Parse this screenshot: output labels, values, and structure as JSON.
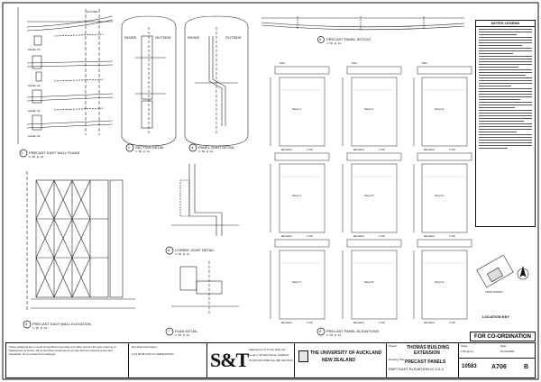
{
  "sheet": {
    "drawing_titles": {
      "east_wall_plans": "PRECAST EAST WALL PLANS",
      "section_detail": "SECTION DETAIL",
      "panel_joint_detail": "PANEL JOINT DETAIL",
      "panel_setout": "PRECAST PANEL SETOUT",
      "east_wall_elevation": "PRECAST EAST WALL ELEVATION",
      "corbel_joint_detail": "CORBEL JOINT DETAIL",
      "plan_detail": "PLAN DETAIL",
      "panel_elevations": "PRECAST PANEL ELEVATIONS"
    },
    "drawing_numbers": {
      "d1": "1",
      "d2": "2",
      "d3": "3",
      "d4": "4",
      "d5": "5",
      "d6": "6",
      "d7": "7",
      "d8": "8"
    },
    "scale_note": "1:50 @ A1",
    "view_labels": {
      "inside_1": "INSIDE",
      "outside_1": "OUTSIDE",
      "inside_2": "INSIDE",
      "outside_2": "OUTSIDE"
    },
    "level_labels": [
      "LEVEL 05",
      "LEVEL 04",
      "LEVEL 03",
      "LEVEL 02"
    ],
    "gutter_label": "GUTTER",
    "panel_labels": {
      "plan": "Plan",
      "elevation": "Elevation",
      "off": "1 Off",
      "panel_row1": [
        "Panel 1",
        "Panel 2",
        "Panel 3"
      ],
      "panel_row2": [
        "Panel 4",
        "Panel 5",
        "Panel 6"
      ],
      "panel_row3": [
        "Panel 7",
        "Panel 8",
        "Panel 9"
      ]
    },
    "notes_title": "NOTES LEGEND",
    "compass_label": "TRUE NORTH",
    "location_key": "LOCATION KEY",
    "coordination_stamp": "FOR CO-ORDINATION"
  },
  "title_block": {
    "disclaimer": "These drawings are a result of significant expertise and effort and are the sole property of Stephenson & Turner. All construction works are to comply with the relevant codes and standards. Do not scale from drawings.",
    "revision_header": "Rev  Date  Description",
    "revision_entry": "A  03.09.08  FOR CO-ORDINATION",
    "firm_logo": "S&T",
    "firm_name": "Stephenson & Turner (NZ) Ltd",
    "firm_address": "Level 2, 35 Sale Street, Auckland",
    "firm_contact": "Ph (09) 302 2500  Fax (09) 302 2510",
    "client_line1": "THE UNIVERSITY OF AUCKLAND",
    "client_line2": "NEW ZEALAND",
    "project_label": "Project",
    "project_line1": "THOMAS BUILDING",
    "project_line2": "EXTENSION",
    "drawing_label": "Drawing Title",
    "drawing_line1": "PRECAST PANELS",
    "drawing_line2": "PART EAST ELEVATION  LV 2-0-4",
    "scale_label": "Scale",
    "scale_value": "1:50 @ A1",
    "date_label": "Date",
    "date_value": "20.08.2008",
    "job_no": "10583",
    "sheet_no": "A706",
    "revision": "B"
  }
}
